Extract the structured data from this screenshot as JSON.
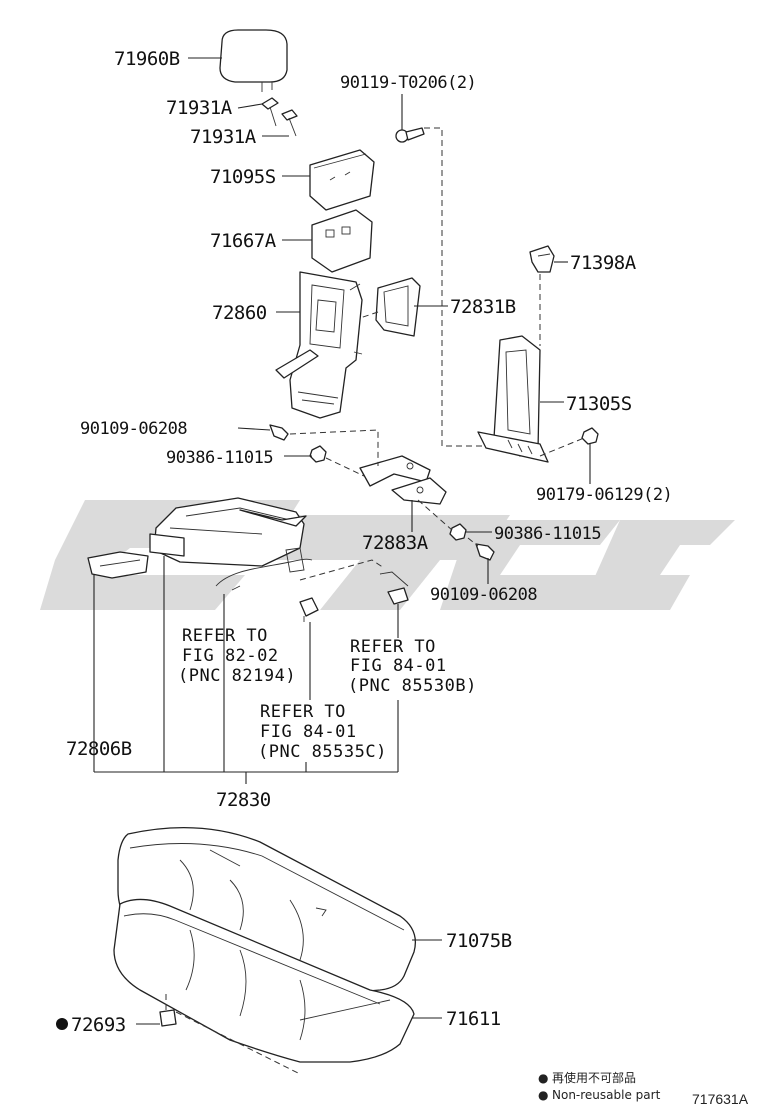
{
  "labels": {
    "headrest": "71960B",
    "support_a": "71931A",
    "support_b": "71931A",
    "pad_71095S": "71095S",
    "pad_71667A": "71667A",
    "armrest_frame": "72860",
    "bezel": "72831B",
    "bolt_top": "90119-T0206(2)",
    "clip_71398A": "71398A",
    "frame_71305S": "71305S",
    "bolt_left": "90109-06208",
    "nut_left": "90386-11015",
    "nut_right_bracket": "90179-06129(2)",
    "hinge": "72883A",
    "nut_right": "90386-11015",
    "bolt_right": "90109-06208",
    "cup_holder": "72806B",
    "armrest_assy": "72830",
    "seat_cover": "71075B",
    "seat_pad": "71611",
    "clip_72693": "72693"
  },
  "references": {
    "ref1": [
      "REFER TO",
      "FIG 82-02",
      "(PNC 82194)"
    ],
    "ref2": [
      "REFER TO",
      "FIG 84-01",
      "(PNC 85530B)"
    ],
    "ref3": [
      "REFER TO",
      "FIG 84-01",
      "(PNC 85535C)"
    ]
  },
  "legend": {
    "symbol": "●",
    "japanese": "再使用不可部品",
    "english": "Non-reusable part"
  },
  "figure_code": "717631A",
  "watermark": {
    "color": "#d9d9d9"
  }
}
